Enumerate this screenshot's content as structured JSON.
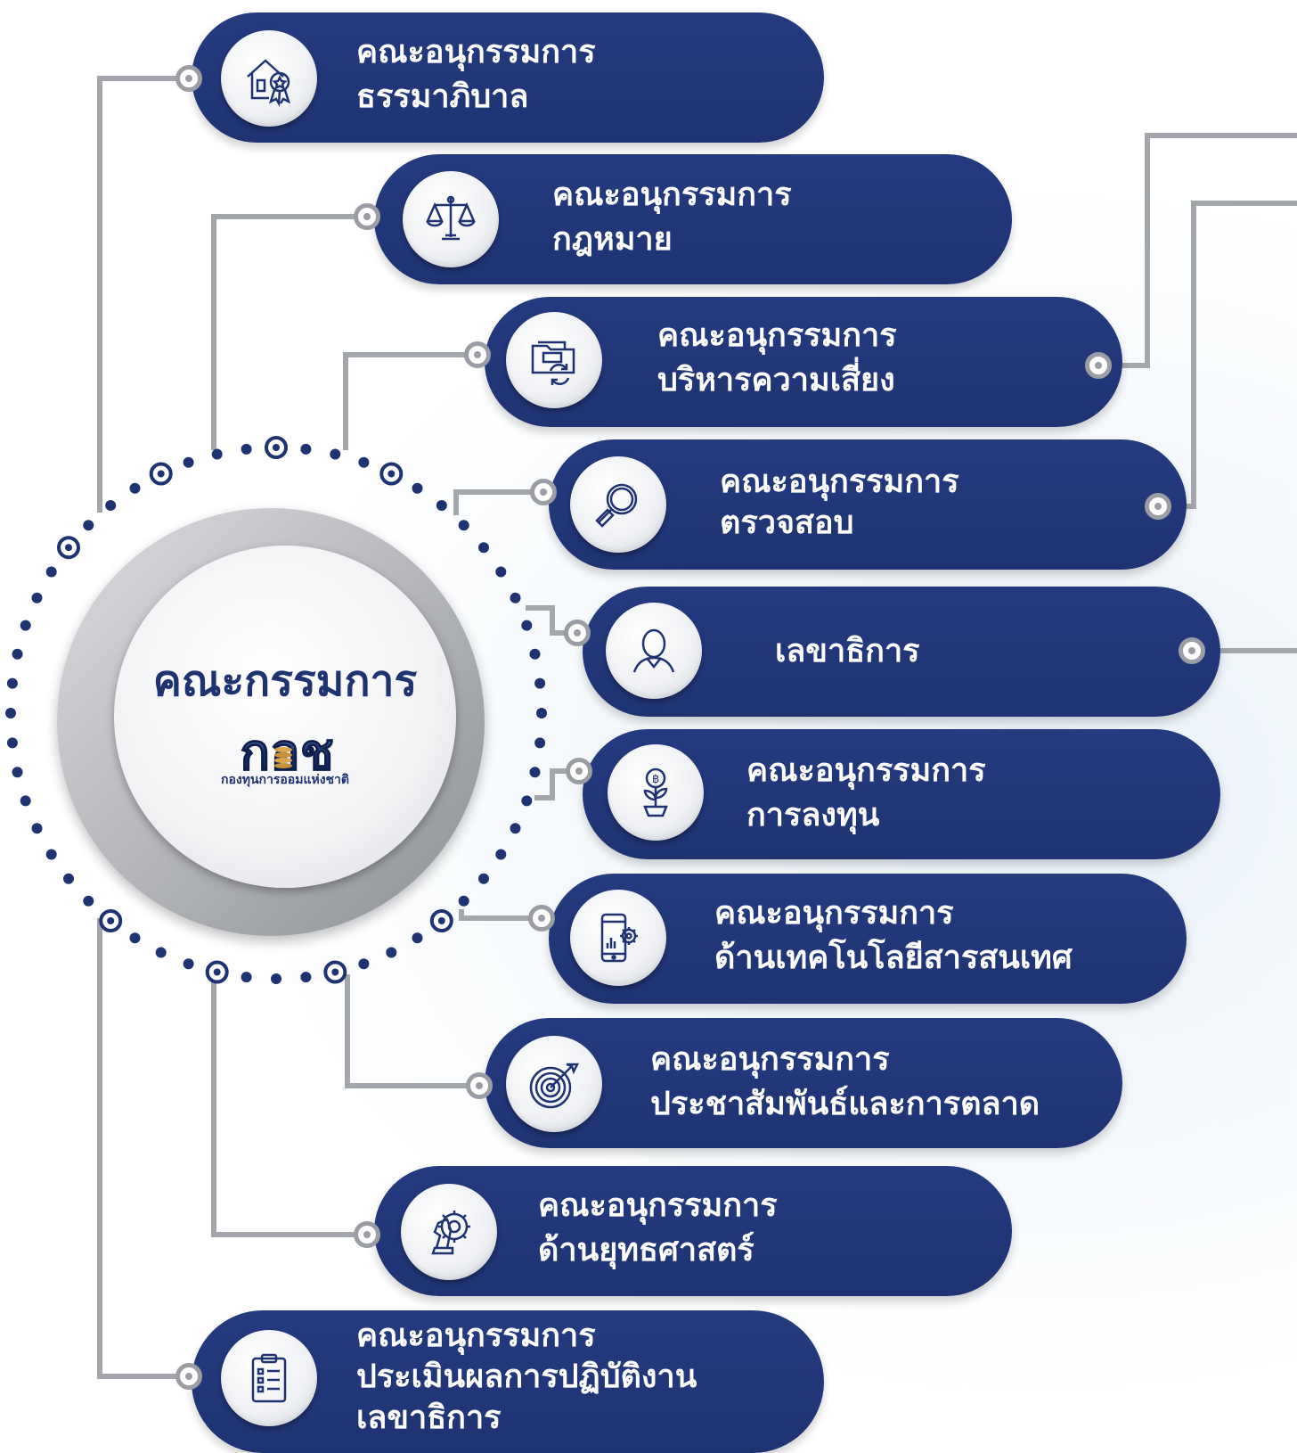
{
  "hub": {
    "title": "คณะกรรมการ",
    "logo_text": "กอช",
    "subtitle": "กองทุนการออมแห่งชาติ"
  },
  "committees": [
    {
      "line1": "คณะอนุกรรมการ",
      "line2": "ธรรมาภิบาล",
      "icon": "house-award-icon"
    },
    {
      "line1": "คณะอนุกรรมการ",
      "line2": "กฎหมาย",
      "icon": "scales-of-justice-icon"
    },
    {
      "line1": "คณะอนุกรรมการ",
      "line2": "บริหารความเสี่ยง",
      "icon": "folder-refresh-icon"
    },
    {
      "line1": "คณะอนุกรรมการ",
      "line2": "ตรวจสอบ",
      "icon": "magnifier-icon"
    },
    {
      "line1": "เลขาธิการ",
      "line2": "",
      "icon": "person-icon"
    },
    {
      "line1": "คณะอนุกรรมการ",
      "line2": "การลงทุน",
      "icon": "money-plant-icon"
    },
    {
      "line1": "คณะอนุกรรมการ",
      "line2": "ด้านเทคโนโลยีสารสนเทศ",
      "icon": "smartphone-gear-icon"
    },
    {
      "line1": "คณะอนุกรรมการ",
      "line2": "ประชาสัมพันธ์และการตลาด",
      "icon": "target-arrow-icon"
    },
    {
      "line1": "คณะอนุกรรมการ",
      "line2": "ด้านยุทธศาสตร์",
      "icon": "chess-knight-gear-icon"
    },
    {
      "line1": "คณะอนุกรรมการ",
      "line2": "ประเมินผลการปฏิบัติงาน",
      "line3": "เลขาธิการ",
      "icon": "clipboard-checklist-icon"
    }
  ],
  "colors": {
    "navy": "#1f3372",
    "connector": "#9a9da3",
    "white": "#ffffff"
  }
}
